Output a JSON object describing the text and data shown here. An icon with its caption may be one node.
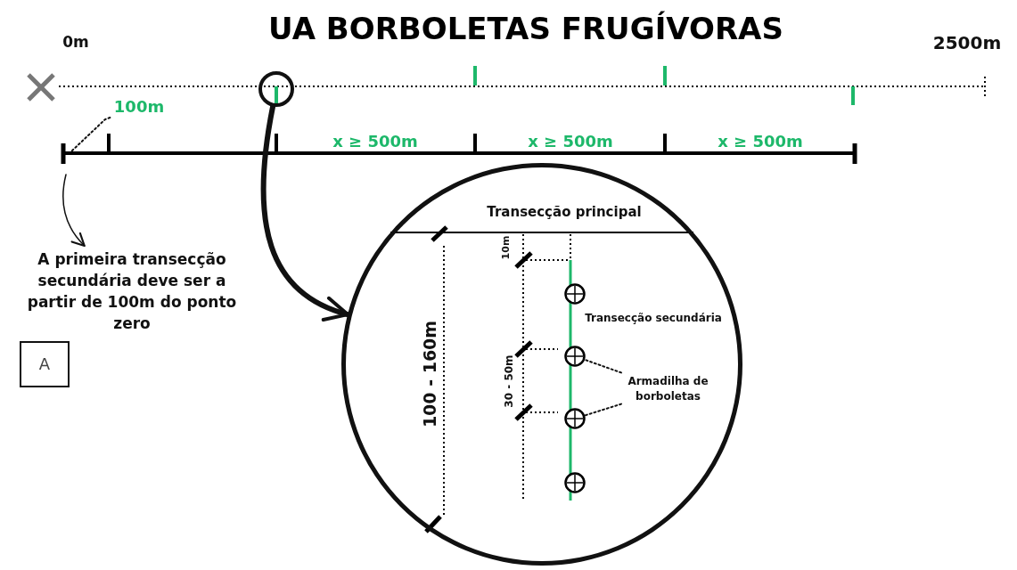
{
  "diagram": {
    "title": "UA BORBOLETAS FRUGÍVORAS",
    "nodes": [
      {
        "text": [],
        "shape": "circle"
      },
      {
        "text": [
          "100m"
        ]
      },
      {
        "text": [
          "A primeira transecção secundária deve ser a partir de 100m do ponto zero"
        ]
      },
      {
        "text": [
          "A"
        ]
      },
      {
        "text": [],
        "shape": "circle"
      },
      {
        "text": [
          "Armadilha de borboletas"
        ],
        "in": 4
      },
      {
        "text": [],
        "shape": "circle",
        "in": 4
      },
      {
        "text": [],
        "shape": "circle",
        "in": 4
      },
      {
        "text": [],
        "shape": "circle",
        "in": 4
      },
      {
        "text": [],
        "shape": "circle",
        "in": 4
      }
    ],
    "edges": [
      {
        "from": 0,
        "to": 4,
        "arrow": "to",
        "style": "thick"
      },
      {
        "from": 1,
        "to": null,
        "arrow": "none",
        "style": "dashed"
      },
      {
        "from": null,
        "to": 2,
        "arrow": "to"
      },
      {
        "from": 5,
        "to": 7,
        "arrow": "none",
        "style": "dashed"
      },
      {
        "from": 5,
        "to": 8,
        "arrow": "none",
        "style": "dashed"
      }
    ],
    "labels": [
      "0m",
      "2500m",
      "x ≥ 500m",
      "x ≥ 500m",
      "x ≥ 500m",
      "Transecção principal",
      "10m",
      "Transecção secundária",
      "100 - 160m",
      "30 - 50m"
    ]
  }
}
